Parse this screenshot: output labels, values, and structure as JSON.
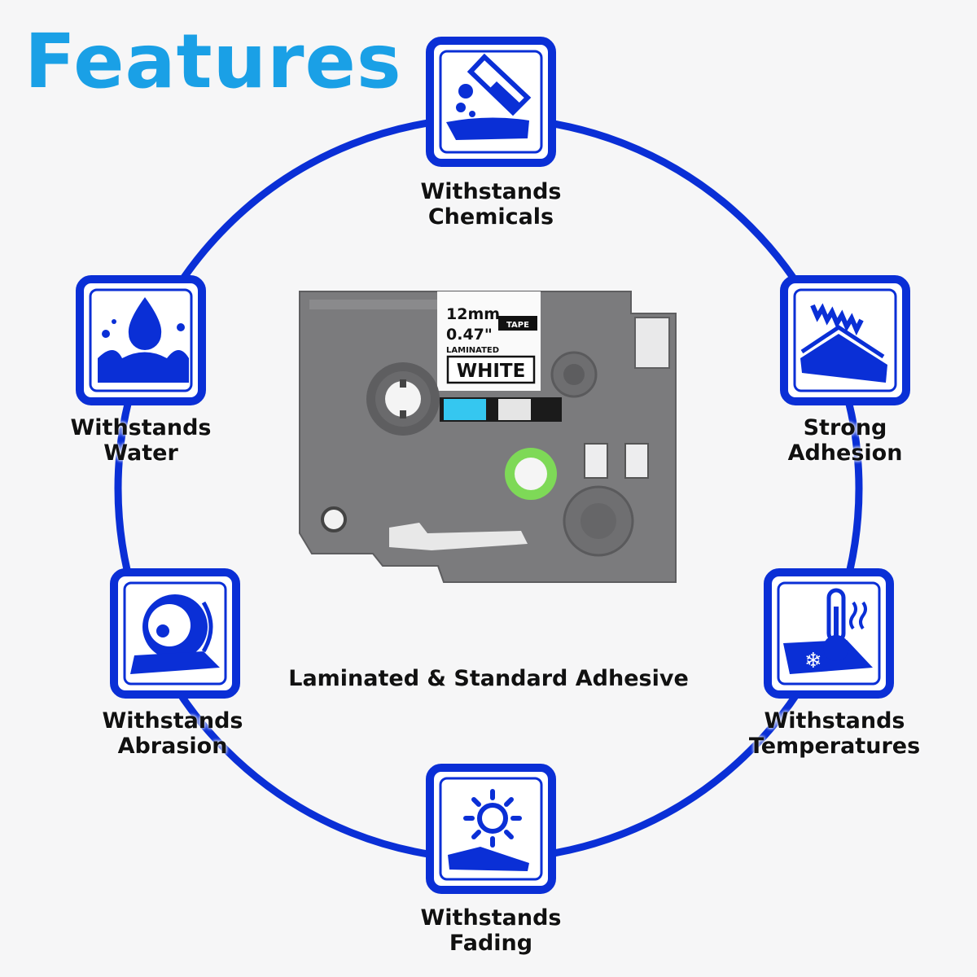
{
  "title": "Features",
  "center_caption": "Laminated & Standard Adhesive",
  "cartridge_label": {
    "size_mm": "12mm",
    "size_in": "0.47\"",
    "badge": "TAPE",
    "type": "LAMINATED",
    "color_name": "WHITE"
  },
  "features": [
    {
      "line1": "Withstands",
      "line2": "Chemicals",
      "icon": "chemicals-icon"
    },
    {
      "line1": "Strong",
      "line2": "Adhesion",
      "icon": "adhesion-icon"
    },
    {
      "line1": "Withstands",
      "line2": "Temperatures",
      "icon": "temperature-icon"
    },
    {
      "line1": "Withstands",
      "line2": "Fading",
      "icon": "sun-icon"
    },
    {
      "line1": "Withstands",
      "line2": "Abrasion",
      "icon": "abrasion-icon"
    },
    {
      "line1": "Withstands",
      "line2": "Water",
      "icon": "water-drop-icon"
    }
  ],
  "colors": {
    "accent": "#0a2fd6",
    "title": "#1aa0e6",
    "cartridge": "#7b7b7d",
    "spool": "#7ed957"
  }
}
